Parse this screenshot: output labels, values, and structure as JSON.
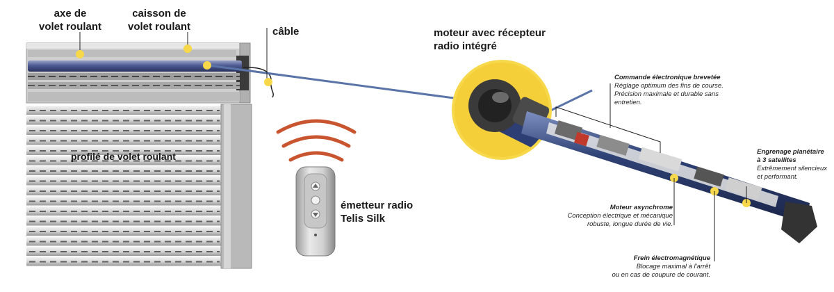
{
  "labels": {
    "axe": [
      "axe de",
      "volet roulant"
    ],
    "caisson": [
      "caisson de",
      "volet roulant"
    ],
    "cable": "câble",
    "moteur": [
      "moteur avec récepteur",
      "radio intégré"
    ],
    "profile": "profilé de volet roulant",
    "emetteur": [
      "émetteur radio",
      "Telis Silk"
    ]
  },
  "notes": {
    "commande": {
      "title": "Commande électronique brevetée",
      "lines": [
        "Réglage optimum des fins de course.",
        "Précision maximale et durable sans",
        "entretien."
      ]
    },
    "engrenage": {
      "title_lines": [
        "Engrenage planétaire",
        "à 3 satellites"
      ],
      "lines": [
        "Extrêmement silencieux",
        "et performant."
      ]
    },
    "moteur_async": {
      "title": "Moteur asynchrome",
      "lines": [
        "Conception électrique et mécanique",
        "robuste, longue durée de vie."
      ]
    },
    "frein": {
      "title": "Frein électromagnétique",
      "lines": [
        "Blocage maximal à l'arrêt",
        "ou en cas de coupure de courant."
      ]
    }
  },
  "colors": {
    "marker": "#f7d84a",
    "tube_blue": "#2c3e73",
    "waves": "#c8552f",
    "cable": "#5a74a8",
    "housing_gray": "#c9c9c9"
  }
}
